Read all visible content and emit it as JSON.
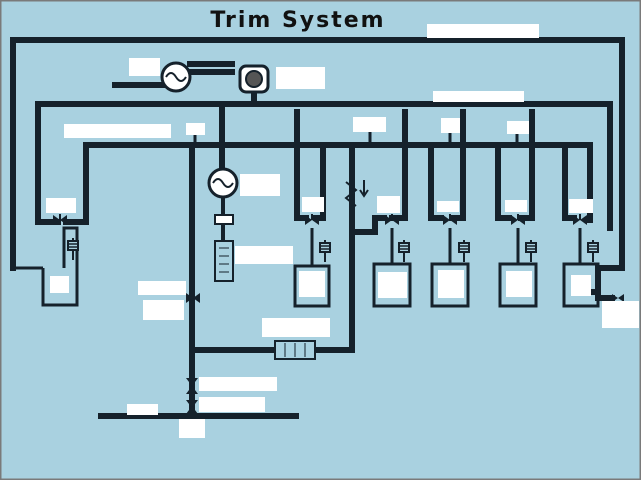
{
  "title": "Trim System",
  "colors": {
    "background": "#a9d1e0",
    "border": "#7a7a7a",
    "pipe": "#15212b",
    "label_box": "#ffffff"
  },
  "components": {
    "hydraulic_pump_icon": "pump-symbol",
    "main_pump_icon": "gear-pump",
    "secondary_pump_icon": "pump-symbol",
    "valve_icon": "bowtie-valve",
    "check_valve_icon": "check-valve",
    "filter_icon": "filter",
    "tank_icon": "tank"
  },
  "blank_labels": [
    "top-right",
    "hydraulic-pump",
    "main-pump",
    "upper-manifold",
    "left-manifold",
    "left-tap",
    "center-tap",
    "tap-b",
    "tap-c",
    "secondary-pump",
    "left-tank-valve",
    "tank-1-valve",
    "tank-2-valve",
    "tank-3-valve",
    "tank-4-valve",
    "tank-5-valve",
    "indicator",
    "crossfeed-a",
    "crossfeed-b",
    "filter",
    "right-outlet",
    "left-tank",
    "tank-1",
    "tank-2",
    "tank-3",
    "tank-4",
    "tank-5",
    "fill-valve-a",
    "fill-valve-b",
    "ground-left",
    "ground-bottom"
  ]
}
